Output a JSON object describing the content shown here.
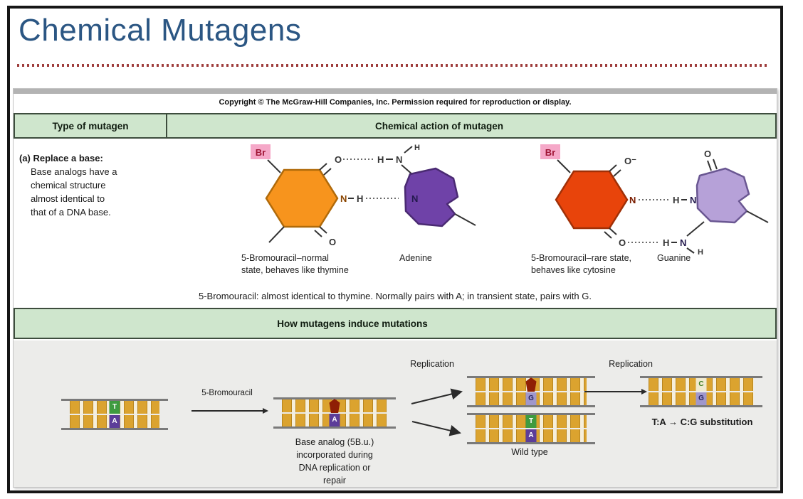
{
  "slide_title": "Chemical Mutagens",
  "figure": {
    "copyright": "Copyright © The McGraw-Hill Companies, Inc. Permission required for reproduction or display.",
    "table_headers": {
      "col1": "Type of mutagen",
      "col2": "Chemical action of mutagen"
    },
    "section_a": {
      "label": "(a) Replace a base:",
      "desc_lines": [
        "Base analogs have a",
        "chemical structure",
        "almost identical to",
        "that of a DNA base."
      ],
      "pair_normal": {
        "caption_line1": "5-Bromouracil–normal",
        "caption_line2": "state, behaves like thymine",
        "partner": "Adenine"
      },
      "pair_rare": {
        "caption_line1": "5-Bromouracil–rare state,",
        "caption_line2": "behaves like cytosine",
        "partner": "Guanine"
      },
      "summary": "5-Bromouracil: almost identical to thymine. Normally pairs with A; in transient state, pairs with G."
    },
    "banner": "How mutagens induce mutations",
    "pathway": {
      "mutagen_arrow_label": "5-Bromouracil",
      "replication_label_1": "Replication",
      "replication_label_2": "Replication",
      "incorporation_lines": [
        "Base analog (5B.u.)",
        "incorporated during",
        "DNA replication or",
        "repair"
      ],
      "wild_type_label": "Wild type",
      "result_from": "T:A",
      "result_to": "C:G substitution"
    }
  },
  "atoms": {
    "br": "Br",
    "o": "O",
    "o_minus": "O⁻",
    "n": "N",
    "h": "H"
  },
  "bases": {
    "t": "T",
    "a": "A",
    "g": "G",
    "c": "C"
  },
  "icons": {
    "arrow_right": "→",
    "five_bu_block": "dark-red-molecule-hexagon"
  },
  "colors": {
    "title_blue": "#2b5683",
    "rule_red": "#9e3d3c",
    "table_green": "#cfe6cd",
    "bu_normal_orange": "#f7941d",
    "bu_rare_red": "#e8440b",
    "adenine_purple": "#6f42a8",
    "guanine_lavender": "#b6a1d8",
    "br_pink": "#f5a8c8",
    "rung_gold": "#dba32f",
    "strand_gray": "#7a7a7a",
    "base_t": "#3f9b40",
    "base_a": "#5c3d99",
    "base_g": "#9f97cc",
    "base_c": "#f0ead0",
    "bu_block_red": "#8f1f05"
  }
}
